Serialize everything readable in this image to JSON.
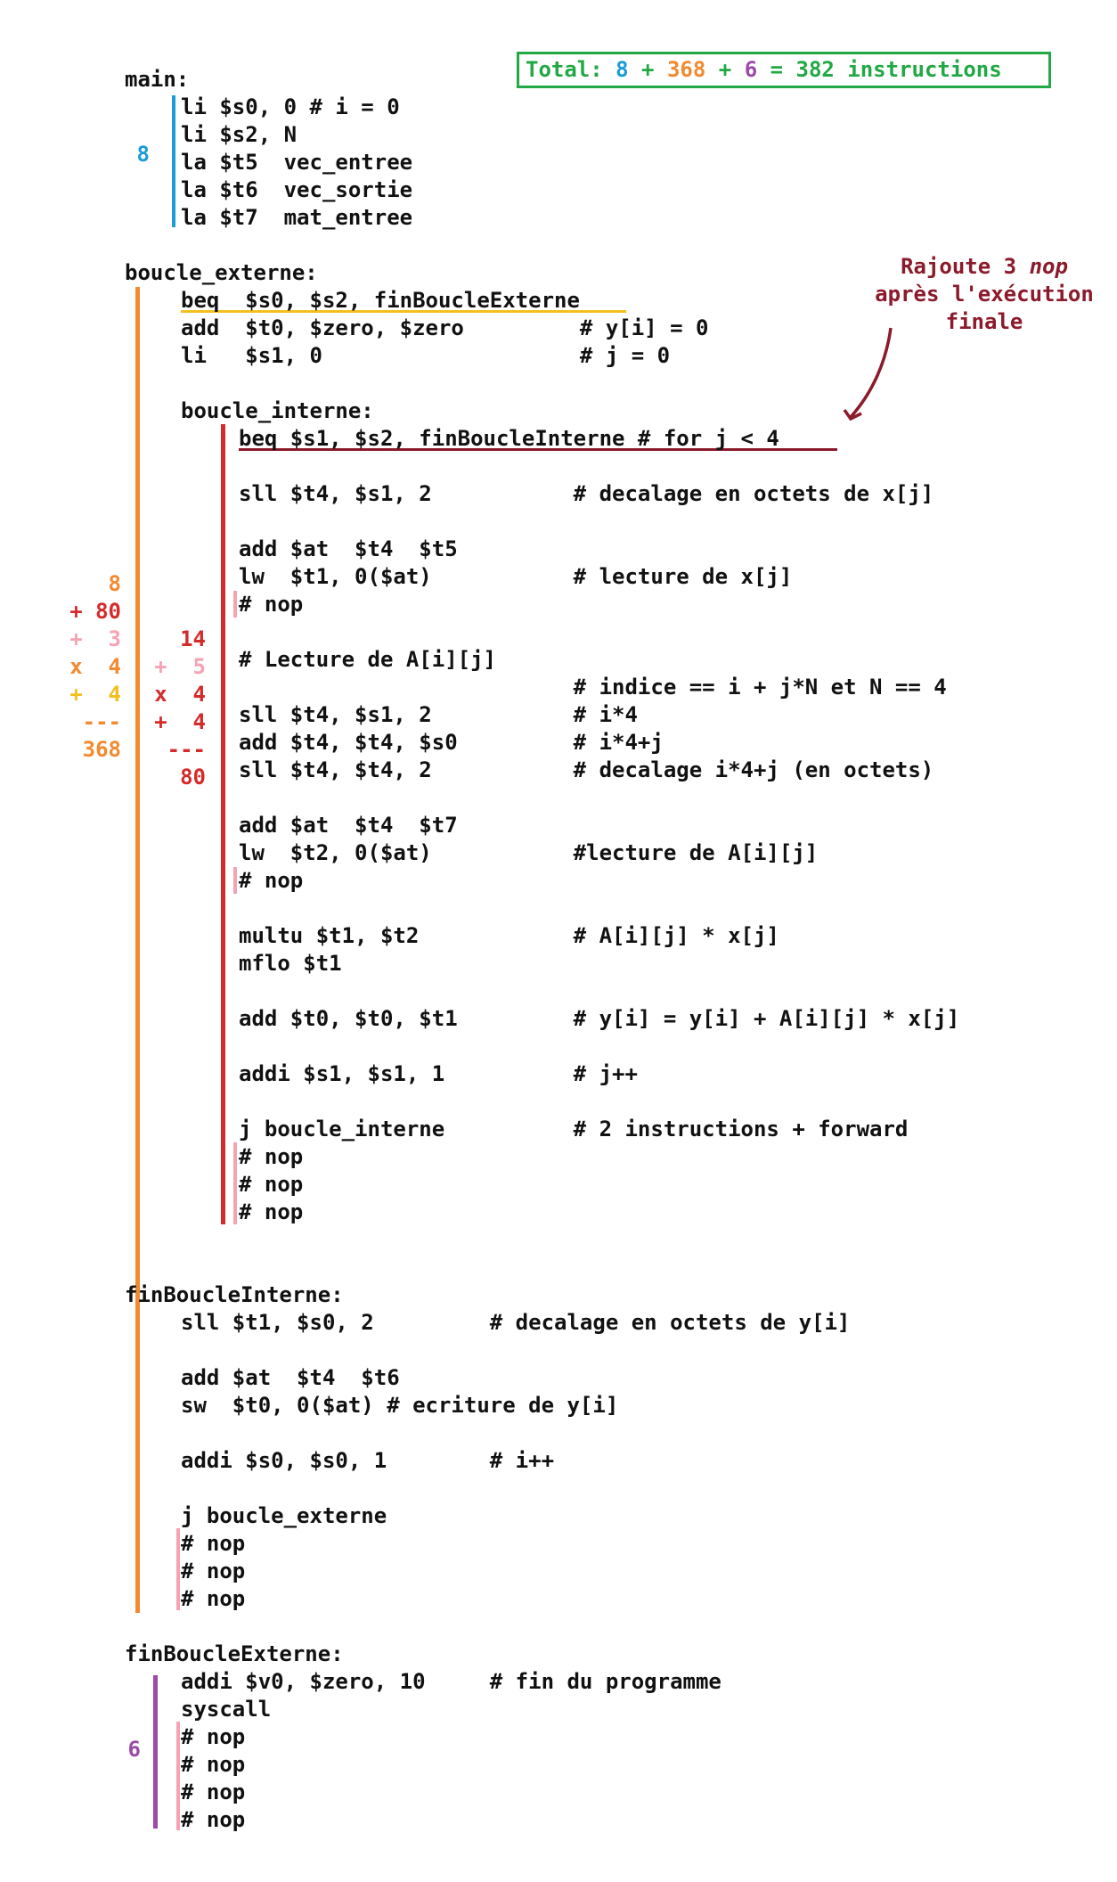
{
  "colors": {
    "blue": "#1a9cd8",
    "orange": "#f28a30",
    "red": "#d42b2b",
    "pink": "#f5a3b3",
    "yellow": "#f2c01e",
    "green": "#22a845",
    "purple": "#9b4aa8",
    "darkred": "#8b1a2b"
  },
  "total": {
    "prefix": "Total: ",
    "n1": "8",
    "plus1": " + ",
    "n2": "368",
    "plus2": " + ",
    "n3": "6",
    "rest": " = 382 instructions"
  },
  "note": {
    "line1a": "Rajoute 3 ",
    "line1b": "nop",
    "line2": "après l'exécution",
    "line3": "finale"
  },
  "counts": {
    "main": "8",
    "fin": "6",
    "inner_14": "14",
    "inner_plus5": "+  5",
    "inner_x4": "x  4",
    "inner_plus4": "+  4",
    "inner_dash": "---",
    "inner_80": "80",
    "outer_8": "8",
    "outer_plus80": "+ 80",
    "outer_plus3": "+  3",
    "outer_x4": "x  4",
    "outer_plus4": "+  4",
    "outer_dash": "---",
    "outer_368": "368"
  },
  "code": {
    "main_label": "main:",
    "m1": "li $s0, 0 # i = 0",
    "m2": "li $s2, N",
    "m3": "la $t5  vec_entree",
    "m4": "la $t6  vec_sortie",
    "m5": "la $t7  mat_entree",
    "be_label": "boucle_externe:",
    "be1": "beq  $s0, $s2, finBoucleExterne",
    "be2": "add  $t0, $zero, $zero         # y[i] = 0",
    "be3": "li   $s1, 0                    # j = 0",
    "bi_label": "boucle_interne:",
    "bi1": "beq $s1, $s2, finBoucleInterne # for j < 4",
    "bi2": "sll $t4, $s1, 2           # decalage en octets de x[j]",
    "bi3": "add $at  $t4  $t5",
    "bi4": "lw  $t1, 0($at)           # lecture de x[j]",
    "bi5": "# nop",
    "bi6": "# Lecture de A[i][j]",
    "bi7": "                          # indice == i + j*N et N == 4",
    "bi8": "sll $t4, $s1, 2           # i*4",
    "bi9": "add $t4, $t4, $s0         # i*4+j",
    "bi10": "sll $t4, $t4, 2           # decalage i*4+j (en octets)",
    "bi11": "add $at  $t4  $t7",
    "bi12": "lw  $t2, 0($at)           #lecture de A[i][j]",
    "bi13": "# nop",
    "bi14": "multu $t1, $t2            # A[i][j] * x[j]",
    "bi15": "mflo $t1",
    "bi16": "add $t0, $t0, $t1         # y[i] = y[i] + A[i][j] * x[j]",
    "bi17": "addi $s1, $s1, 1          # j++",
    "bi18": "j boucle_interne          # 2 instructions + forward",
    "bi19": "# nop",
    "bi20": "# nop",
    "bi21": "# nop",
    "fbi_label": "finBoucleInterne:",
    "fbi1": "sll $t1, $s0, 2         # decalage en octets de y[i]",
    "fbi2": "add $at  $t4  $t6",
    "fbi3": "sw  $t0, 0($at) # ecriture de y[i]",
    "fbi4": "addi $s0, $s0, 1        # i++",
    "fbi5": "j boucle_externe",
    "fbi6": "# nop",
    "fbi7": "# nop",
    "fbi8": "# nop",
    "fbe_label": "finBoucleExterne:",
    "fbe1": "addi $v0, $zero, 10     # fin du programme",
    "fbe2": "syscall",
    "fbe3": "# nop",
    "fbe4": "# nop",
    "fbe5": "# nop",
    "fbe6": "# nop"
  }
}
